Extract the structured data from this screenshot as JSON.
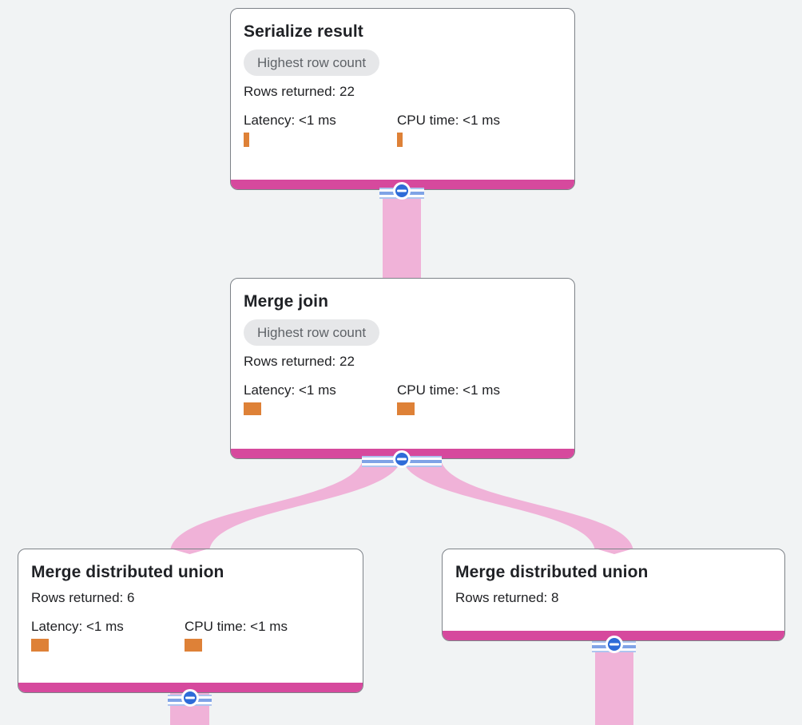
{
  "diagram": {
    "type": "query-execution-plan",
    "nodes": [
      {
        "id": "serialize-result",
        "title": "Serialize result",
        "badge": "Highest row count",
        "rows_returned": "Rows returned: 22",
        "latency_label": "Latency: <1 ms",
        "cpu_label": "CPU time: <1 ms"
      },
      {
        "id": "merge-join",
        "title": "Merge join",
        "badge": "Highest row count",
        "rows_returned": "Rows returned: 22",
        "latency_label": "Latency: <1 ms",
        "cpu_label": "CPU time: <1 ms"
      },
      {
        "id": "merge-distributed-union-left",
        "title": "Merge distributed union",
        "rows_returned": "Rows returned: 6",
        "latency_label": "Latency: <1 ms",
        "cpu_label": "CPU time: <1 ms"
      },
      {
        "id": "merge-distributed-union-right",
        "title": "Merge distributed union",
        "rows_returned": "Rows returned: 8"
      }
    ],
    "edges": [
      {
        "from": "merge-join",
        "to": "serialize-result"
      },
      {
        "from": "merge-distributed-union-left",
        "to": "merge-join"
      },
      {
        "from": "merge-distributed-union-right",
        "to": "merge-join"
      },
      {
        "from": "offscreen-child",
        "to": "merge-distributed-union-left"
      },
      {
        "from": "offscreen-child",
        "to": "merge-distributed-union-right"
      }
    ],
    "collapse_button_icon": "minus-icon"
  },
  "colors": {
    "background": "#f1f3f4",
    "node_accent_bar": "#d6499d",
    "edge_link": "#f0b2d8",
    "metric_bar": "#de8137",
    "collapse_button": "#2e6bd8",
    "stripe_light": "#aec4ef",
    "stripe_mid": "#7fa3e6",
    "badge_bg": "#e6e7e9",
    "badge_text": "#5f6368",
    "card_border": "#7d8288",
    "text": "#202124"
  }
}
